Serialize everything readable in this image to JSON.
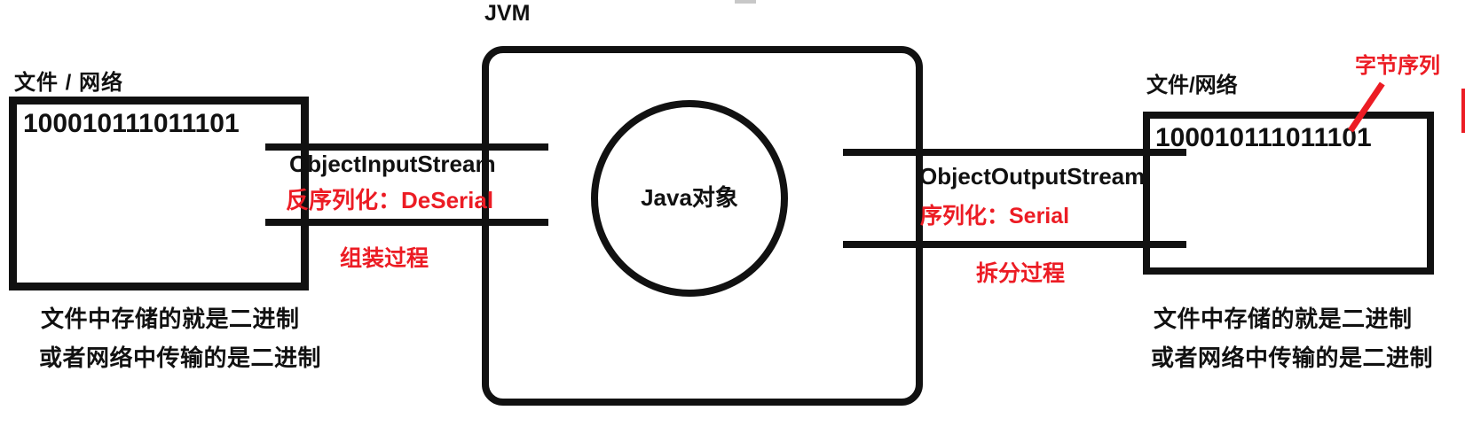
{
  "colors": {
    "ink": "#111111",
    "accent_red": "#ec1c24"
  },
  "jvm": {
    "label": "JVM",
    "object_label": "Java对象"
  },
  "left_source": {
    "title": "文件 / 网络",
    "binary": "100010111011101",
    "note_line1": "文件中存储的就是二进制",
    "note_line2": "或者网络中传输的是二进制"
  },
  "right_target": {
    "title": "文件/网络",
    "binary": "100010111011101",
    "annotation": "字节序列",
    "note_line1": "文件中存储的就是二进制",
    "note_line2": "或者网络中传输的是二进制"
  },
  "deserialization": {
    "stream": "ObjectInputStream",
    "process": "反序列化：DeSerial",
    "step": "组装过程"
  },
  "serialization": {
    "stream": "ObjectOutputStream",
    "process": "序列化：Serial",
    "step": "拆分过程"
  }
}
